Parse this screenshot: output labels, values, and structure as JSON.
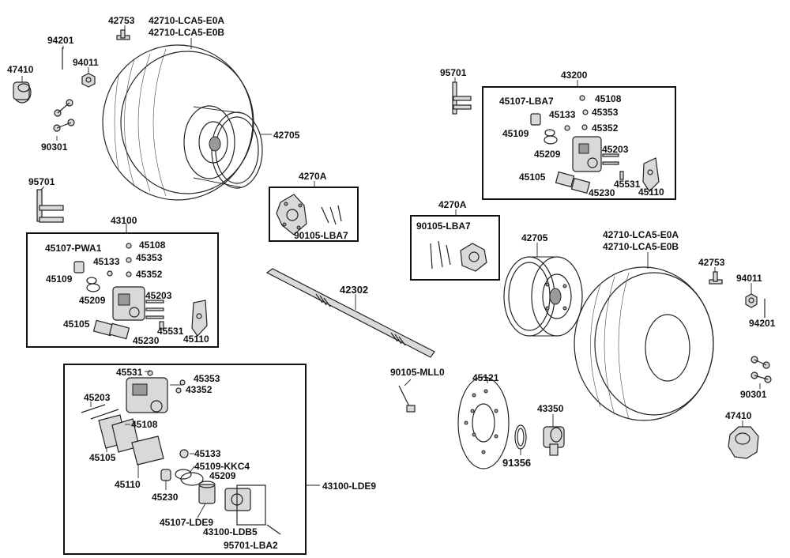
{
  "labels": {
    "l_42753_tl": "42753",
    "l_42710_a_tl": "42710-LCA5-E0A",
    "l_42710_b_tl": "42710-LCA5-E0B",
    "l_94201_tl": "94201",
    "l_94011_tl": "94011",
    "l_47410_tl": "47410",
    "l_90301_tl": "90301",
    "l_42705_tl": "42705",
    "l_95701_l": "95701",
    "l_43100": "43100",
    "l_45107_pwa1": "45107-PWA1",
    "l_45108_l": "45108",
    "l_45133_l": "45133",
    "l_45353_l": "45353",
    "l_45109_l": "45109",
    "l_45352_l": "45352",
    "l_45209_l": "45209",
    "l_45203_l": "45203",
    "l_45105_l": "45105",
    "l_45531_l": "45531",
    "l_45230_l": "45230",
    "l_45110_l": "45110",
    "l_4270a_c": "4270A",
    "l_90105_lba7_c": "90105-LBA7",
    "l_42302": "42302",
    "l_95701_r": "95701",
    "l_43200": "43200",
    "l_45107_lba7": "45107-LBA7",
    "l_45108_r": "45108",
    "l_45133_r": "45133",
    "l_45353_r": "45353",
    "l_45352_r": "45352",
    "l_45109_r": "45109",
    "l_45209_r": "45209",
    "l_45203_r": "45203",
    "l_45105_r": "45105",
    "l_45531_r": "45531",
    "l_45230_r": "45230",
    "l_45110_r": "45110",
    "l_4270a_r": "4270A",
    "l_90105_lba7_r": "90105-LBA7",
    "l_42705_r": "42705",
    "l_42710_a_r": "42710-LCA5-E0A",
    "l_42710_b_r": "42710-LCA5-E0B",
    "l_42753_r": "42753",
    "l_94011_r": "94011",
    "l_94201_r": "94201",
    "l_90301_r": "90301",
    "l_47410_r": "47410",
    "l_90105_mll0": "90105-MLL0",
    "l_45121": "45121",
    "l_43350": "43350",
    "l_91356": "91356",
    "l_45531_b": "45531",
    "l_45353_b": "45353",
    "l_43352_b": "43352",
    "l_45203_b": "45203",
    "l_45108_b": "45108",
    "l_45105_b": "45105",
    "l_45133_b": "45133",
    "l_45109_kkc4": "45109-KKC4",
    "l_45209_b": "45209",
    "l_45110_b": "45110",
    "l_45230_b": "45230",
    "l_45107_lde9": "45107-LDE9",
    "l_43100_ldb5": "43100-LDB5",
    "l_95701_lba2": "95701-LBA2",
    "l_43100_lde9": "43100-LDE9"
  }
}
